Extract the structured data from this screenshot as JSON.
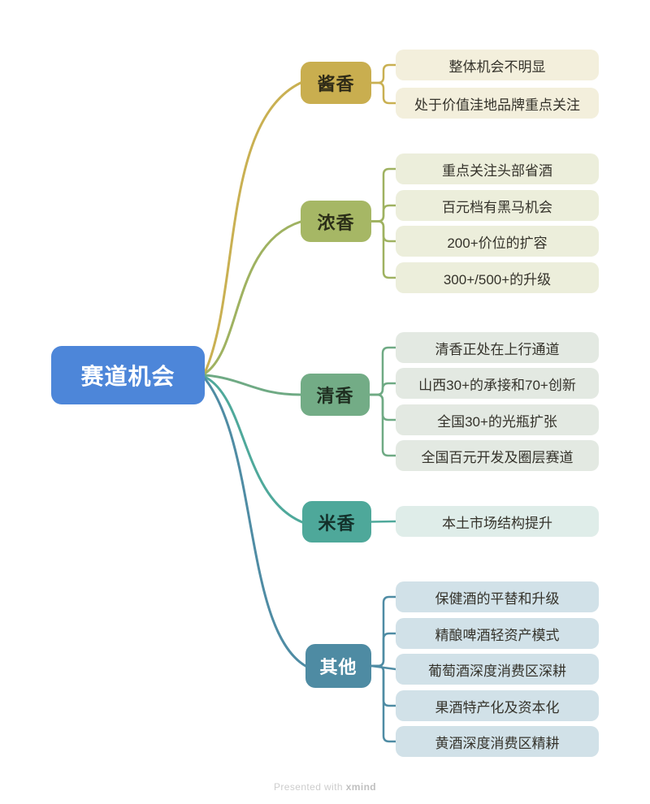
{
  "root": {
    "label": "赛道机会",
    "bg": "#4D86D9",
    "text_color": "#FFFFFF"
  },
  "branches": [
    {
      "label": "酱香",
      "color": "#C9B052",
      "bg": "#C9AE4F",
      "text_color": "#2E2A17",
      "leaf_bg": "#F3EFDC",
      "children": [
        "整体机会不明显",
        "处于价值洼地品牌重点关注"
      ]
    },
    {
      "label": "浓香",
      "color": "#9FB261",
      "bg": "#A6B765",
      "text_color": "#2B2E18",
      "leaf_bg": "#ECEEDB",
      "children": [
        "重点关注头部省酒",
        "百元档有黑马机会",
        "200+价位的扩容",
        "300+/500+的升级"
      ]
    },
    {
      "label": "清香",
      "color": "#6FAA84",
      "bg": "#73AC86",
      "text_color": "#1F2E20",
      "leaf_bg": "#E3E9E2",
      "children": [
        "清香正处在上行通道",
        "山西30+的承接和70+创新",
        "全国30+的光瓶扩张",
        "全国百元开发及圈层赛道"
      ]
    },
    {
      "label": "米香",
      "color": "#4FA99B",
      "bg": "#4EA89A",
      "text_color": "#13302A",
      "leaf_bg": "#DFEDE9",
      "children": [
        "本土市场结构提升"
      ]
    },
    {
      "label": "其他",
      "color": "#4F8CA4",
      "bg": "#4E8BA3",
      "text_color": "#FFFFFF",
      "leaf_bg": "#D1E1E8",
      "children": [
        "保健酒的平替和升级",
        "精酿啤酒轻资产模式",
        "葡萄酒深度消费区深耕",
        "果酒特产化及资本化",
        "黄酒深度消费区精耕"
      ]
    }
  ],
  "footer": {
    "prefix": "Presented with ",
    "brand": "xmind"
  }
}
